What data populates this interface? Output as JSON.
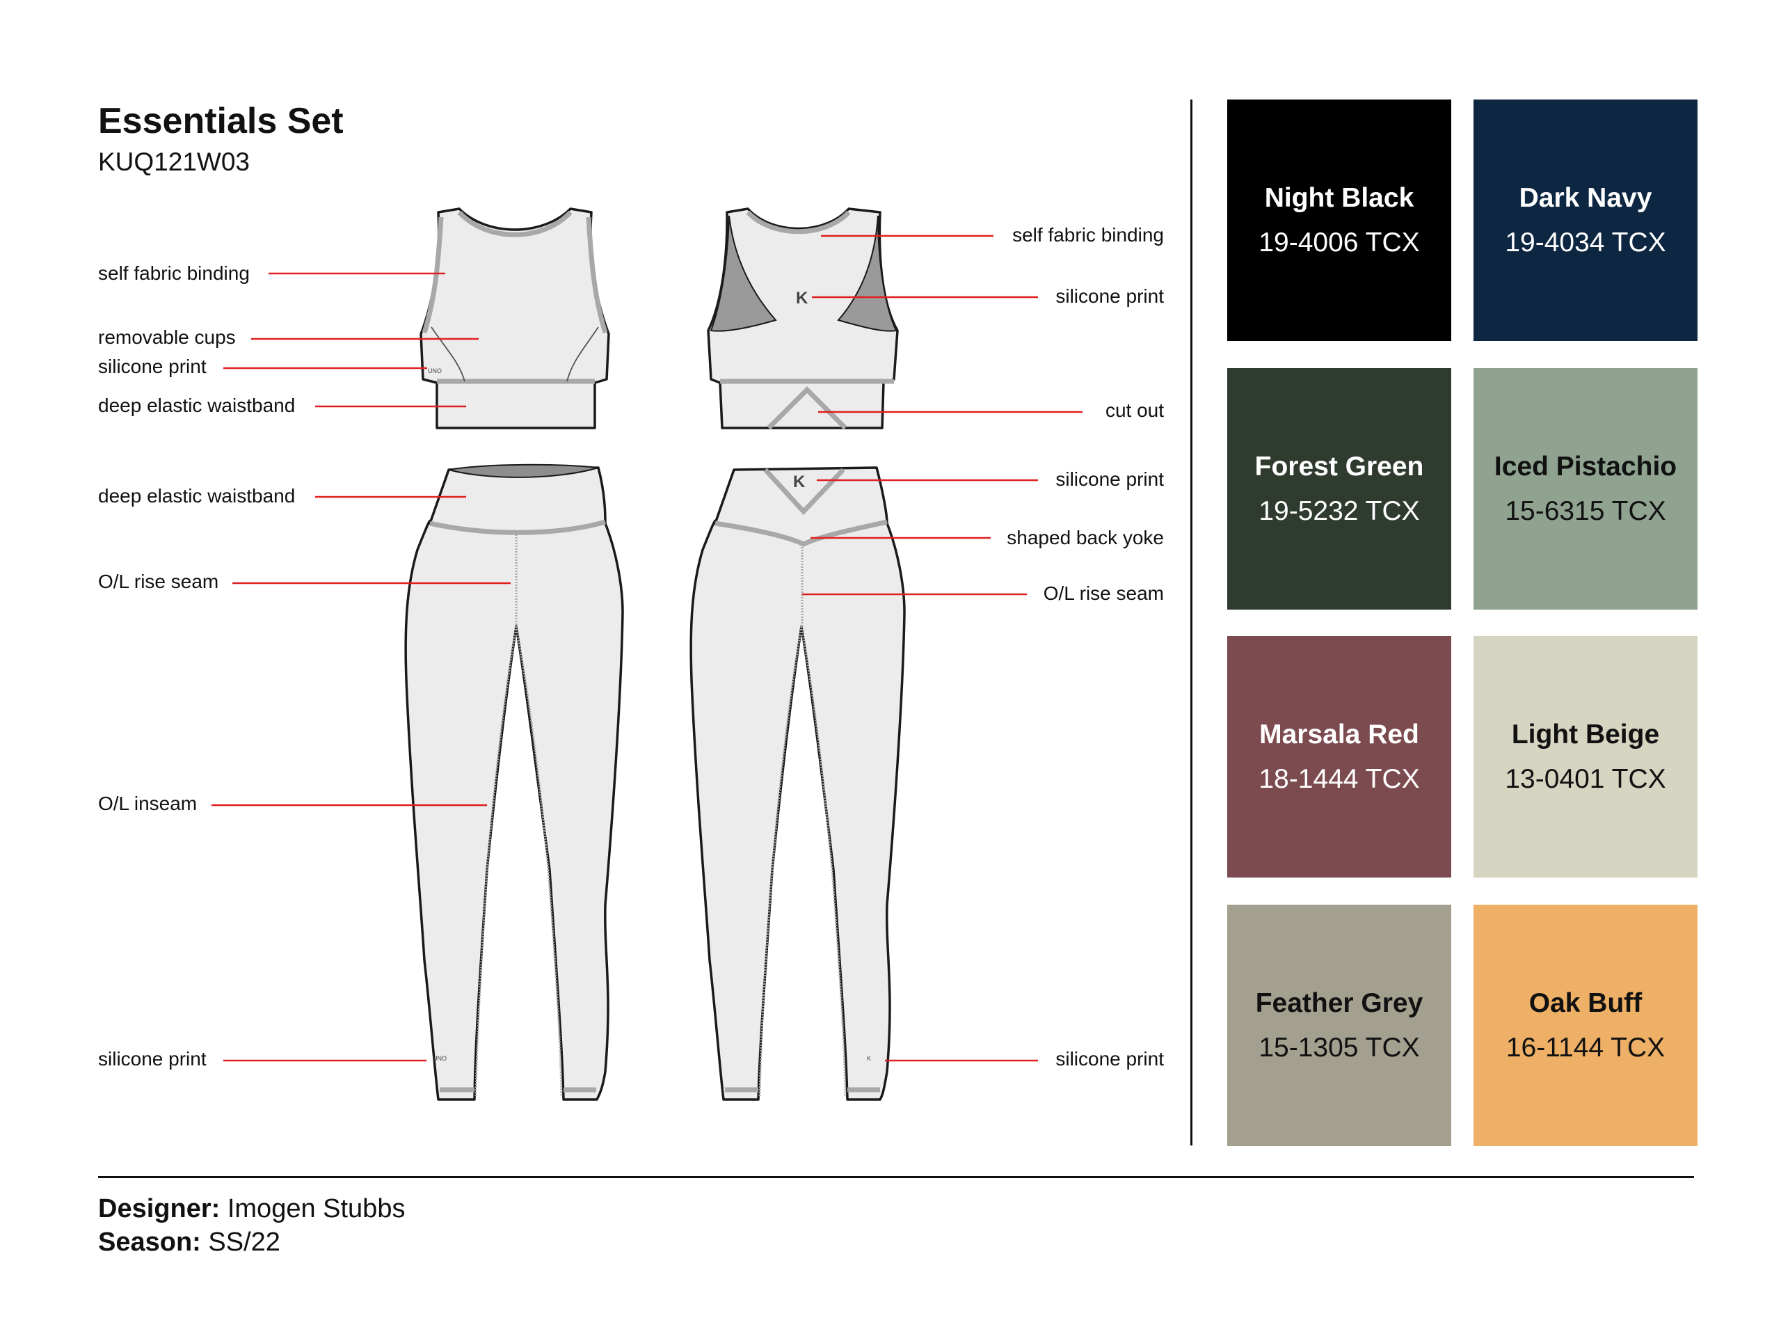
{
  "header": {
    "title": "Essentials Set",
    "style_code": "KUQ121W03"
  },
  "callouts_left": [
    {
      "id": "self-fabric-binding",
      "text": "self fabric binding"
    },
    {
      "id": "removable-cups",
      "text": "removable cups"
    },
    {
      "id": "silicone-print-top",
      "text": "silicone print"
    },
    {
      "id": "deep-elastic-waistband-top",
      "text": "deep elastic waistband"
    },
    {
      "id": "deep-elastic-waistband-legging",
      "text": "deep elastic waistband"
    },
    {
      "id": "ol-rise-seam-front",
      "text": "O/L rise seam"
    },
    {
      "id": "ol-inseam",
      "text": "O/L inseam"
    },
    {
      "id": "silicone-print-hem-front",
      "text": "silicone print"
    }
  ],
  "callouts_right": [
    {
      "id": "self-fabric-binding-back",
      "text": "self fabric binding"
    },
    {
      "id": "silicone-print-back-top",
      "text": "silicone print"
    },
    {
      "id": "cut-out",
      "text": "cut out"
    },
    {
      "id": "silicone-print-back-waist",
      "text": "silicone print"
    },
    {
      "id": "shaped-back-yoke",
      "text": "shaped back yoke"
    },
    {
      "id": "ol-rise-seam-back",
      "text": "O/L rise seam"
    },
    {
      "id": "silicone-print-hem-back",
      "text": "silicone print"
    }
  ],
  "garment_marks": {
    "front_logo": "UNO",
    "back_logo": "K"
  },
  "colorways": [
    {
      "name": "Night Black",
      "code": "19-4006 TCX",
      "color": "#000000",
      "text_color": "#ffffff"
    },
    {
      "name": "Dark Navy",
      "code": "19-4034 TCX",
      "color": "#0d2642",
      "text_color": "#ffffff"
    },
    {
      "name": "Forest Green",
      "code": "19-5232 TCX",
      "color": "#2f3b2f",
      "text_color": "#ffffff"
    },
    {
      "name": "Iced Pistachio",
      "code": "15-6315 TCX",
      "color": "#8fa390",
      "text_color": "#111111"
    },
    {
      "name": "Marsala Red",
      "code": "18-1444 TCX",
      "color": "#7c4b4f",
      "text_color": "#ffffff"
    },
    {
      "name": "Light Beige",
      "code": "13-0401 TCX",
      "color": "#d6d5c2",
      "text_color": "#111111"
    },
    {
      "name": "Feather Grey",
      "code": "15-1305 TCX",
      "color": "#a3a090",
      "text_color": "#111111"
    },
    {
      "name": "Oak Buff",
      "code": "16-1144 TCX",
      "color": "#edb066",
      "text_color": "#111111"
    }
  ],
  "footer": {
    "designer_label": "Designer:",
    "designer_value": "Imogen Stubbs",
    "season_label": "Season:",
    "season_value": "SS/22"
  },
  "colors": {
    "callout_line": "#e02020",
    "garment_fill": "#ececec",
    "stitch": "#a8a8a8"
  }
}
